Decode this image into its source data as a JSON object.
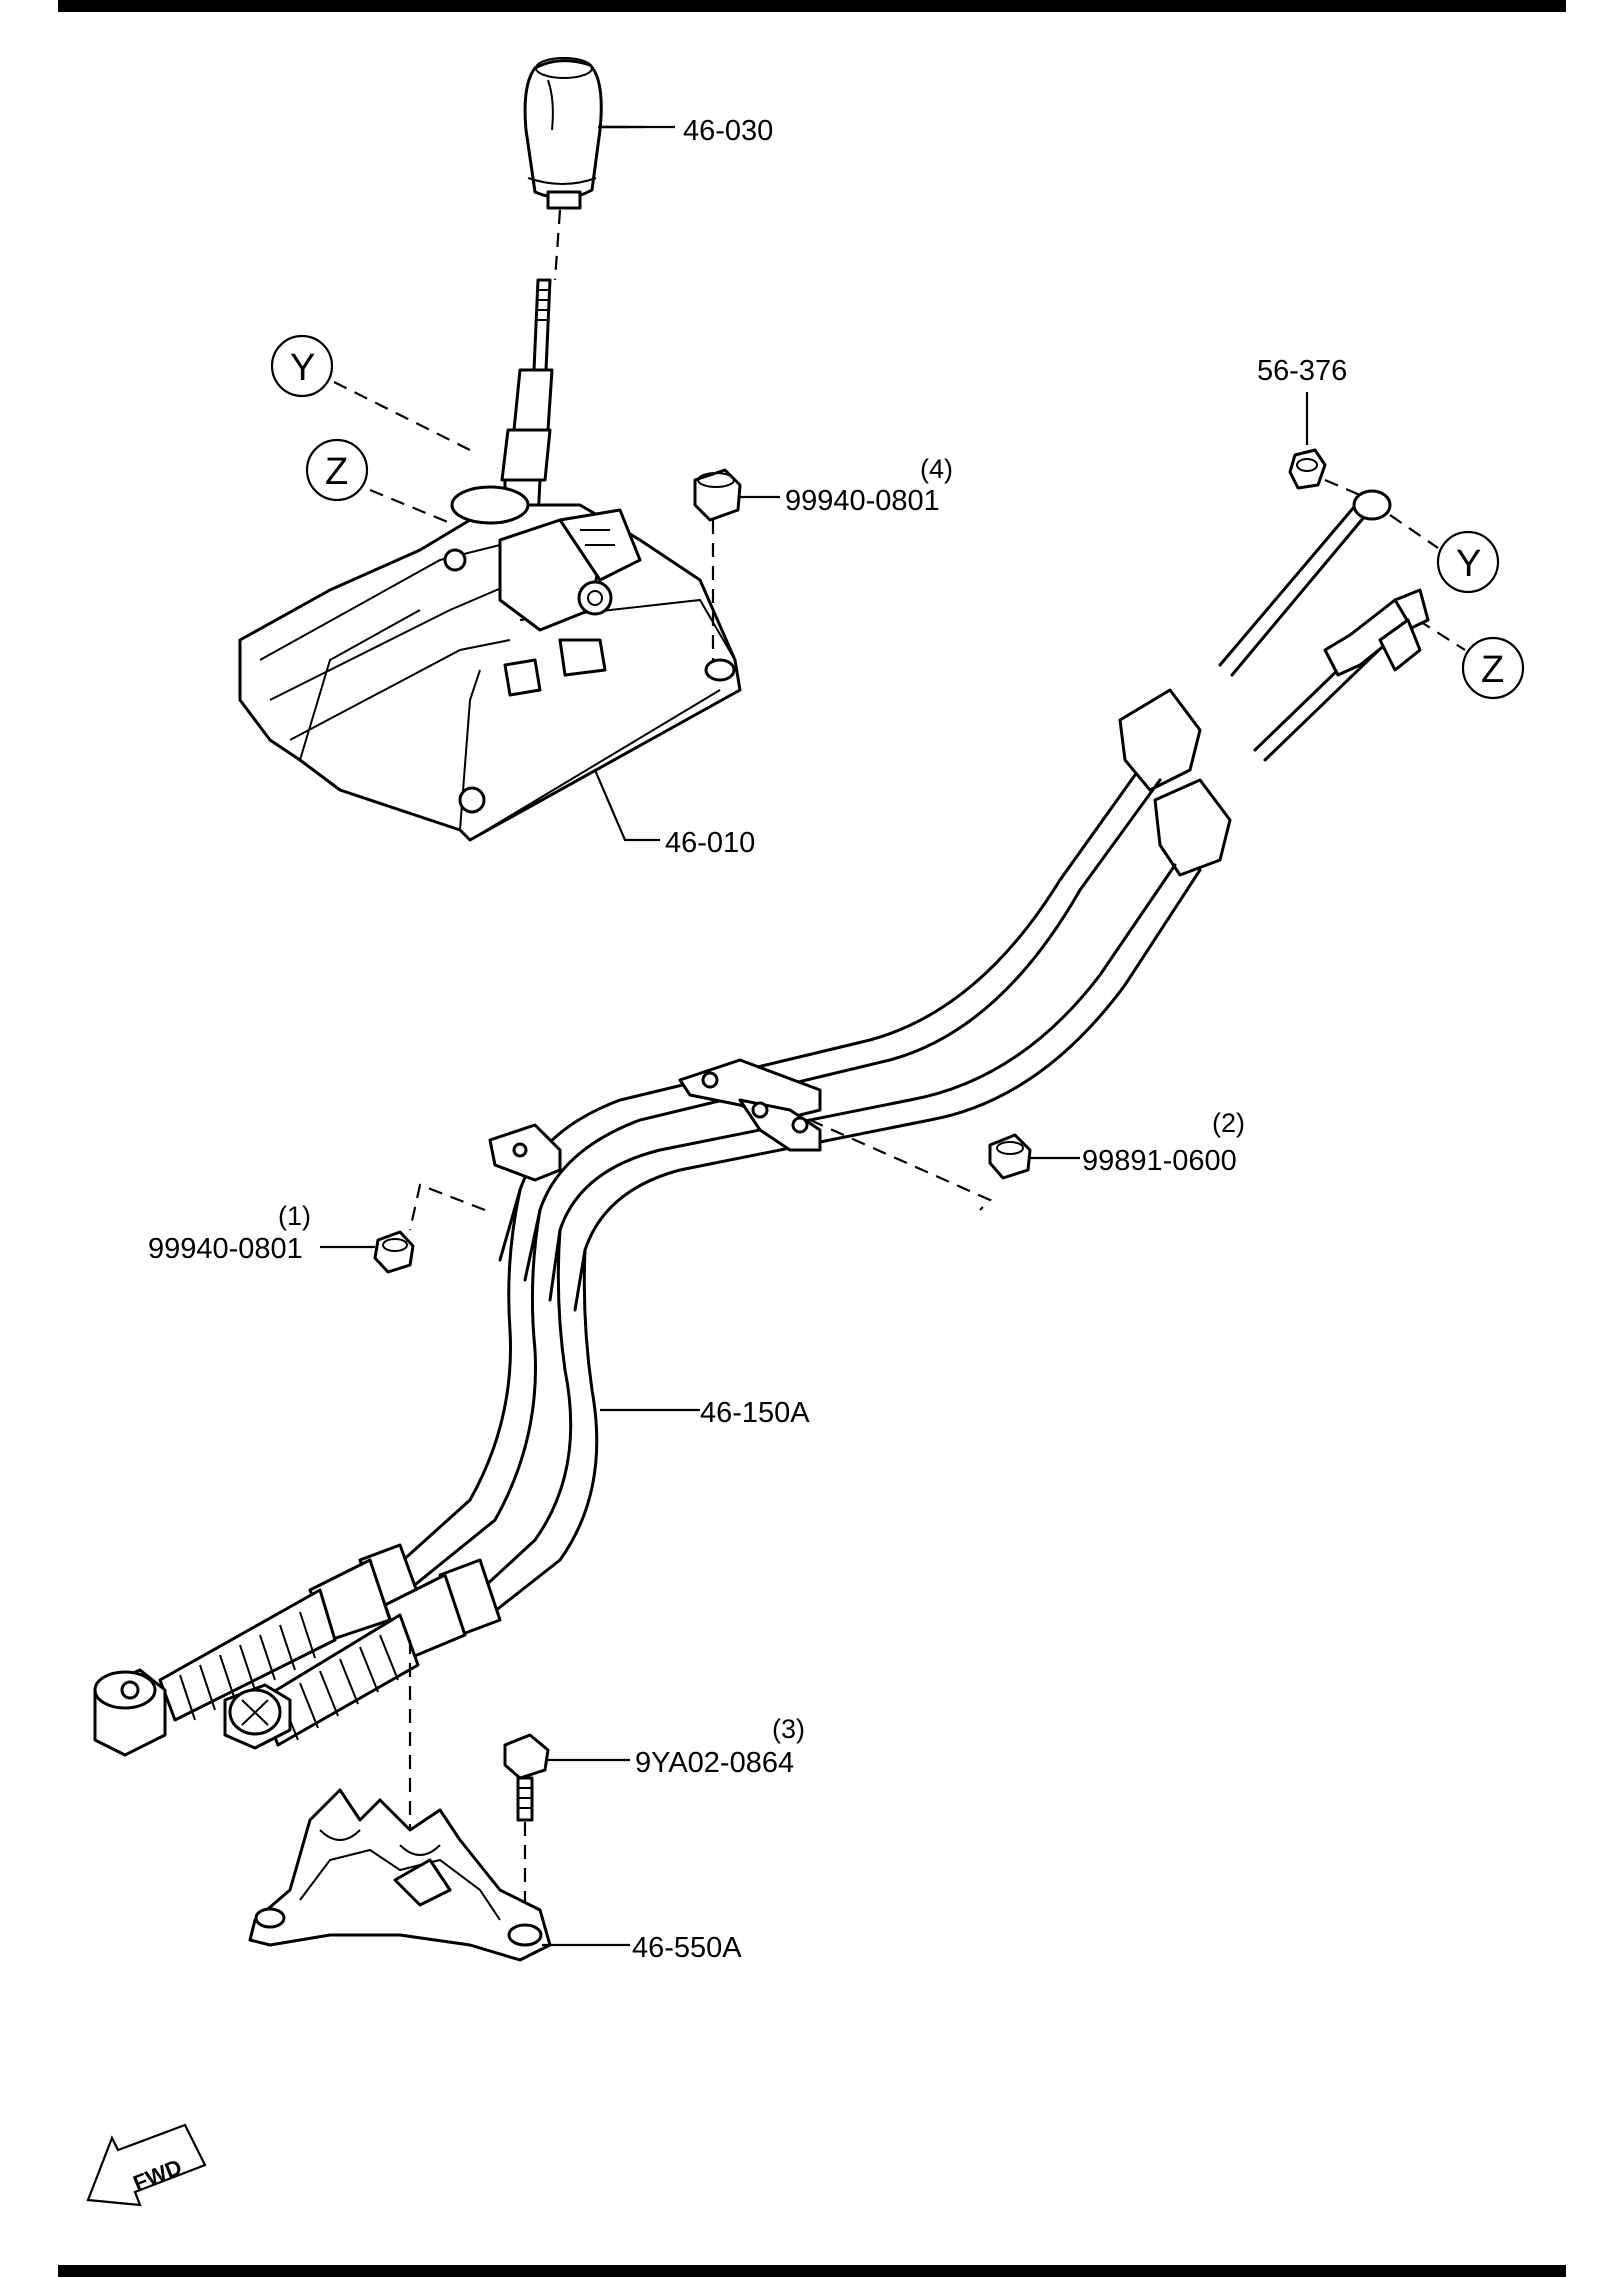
{
  "labels": {
    "shift_knob": "46-030",
    "shifter_assembly": "46-010",
    "bolt_top": "99940-0801",
    "bolt_top_qty": "(4)",
    "nut_cable_end": "56-376",
    "nut_mid": "99891-0600",
    "nut_mid_qty": "(2)",
    "nut_left": "99940-0801",
    "nut_left_qty": "(1)",
    "cable_assembly": "46-150A",
    "bolt_bracket": "9YA02-0864",
    "bolt_bracket_qty": "(3)",
    "bracket": "46-550A"
  },
  "refs": {
    "y": "Y",
    "z": "Z"
  },
  "fwd_text": "FWD"
}
